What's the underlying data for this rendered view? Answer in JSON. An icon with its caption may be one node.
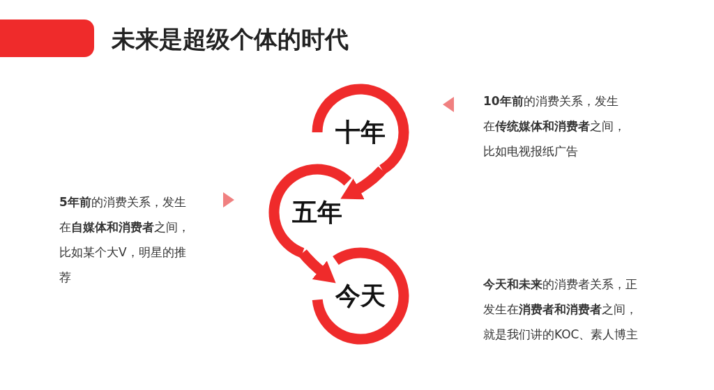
{
  "diagram": {
    "title": "未来是超级个体的时代",
    "nodes": [
      {
        "text": [
          "十年"
        ]
      },
      {
        "text": [
          "五年"
        ]
      },
      {
        "text": [
          "今天"
        ]
      },
      {
        "text": [
          "**10年前**的消费关系，发生在**传统媒体和消费者**之间，比如电视报纸广告"
        ]
      },
      {
        "text": [
          "**5年前**的消费关系，发生在**自媒体和消费者**之间，比如某个大V，明星的推荐"
        ]
      },
      {
        "text": [
          "**今天和未来**的消费者关系，正发生在**消费者和消费者**之间，就是我们讲的KOC、素人博主"
        ]
      }
    ],
    "edges": [
      {
        "from": 0,
        "to": 1,
        "arrow": "to"
      },
      {
        "from": 1,
        "to": 2,
        "arrow": "to"
      }
    ]
  }
}
